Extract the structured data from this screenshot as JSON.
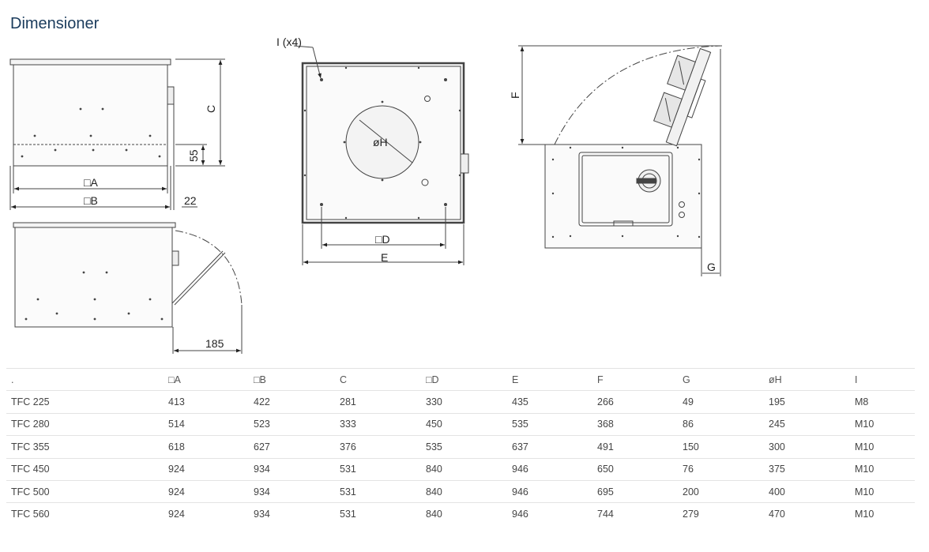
{
  "page": {
    "title": "Dimensioner"
  },
  "drawing": {
    "labels": {
      "A": "□A",
      "B": "□B",
      "C": "C",
      "dim55": "55",
      "dim22": "22",
      "dim185": "185",
      "I": "I (x4)",
      "H": "øH",
      "D": "□D",
      "E": "E",
      "F": "F",
      "G": "G"
    }
  },
  "table": {
    "headers": [
      ".",
      "□A",
      "□B",
      "C",
      "□D",
      "E",
      "F",
      "G",
      "øH",
      "I"
    ],
    "rows": [
      [
        "TFC 225",
        "413",
        "422",
        "281",
        "330",
        "435",
        "266",
        "49",
        "195",
        "M8"
      ],
      [
        "TFC 280",
        "514",
        "523",
        "333",
        "450",
        "535",
        "368",
        "86",
        "245",
        "M10"
      ],
      [
        "TFC 355",
        "618",
        "627",
        "376",
        "535",
        "637",
        "491",
        "150",
        "300",
        "M10"
      ],
      [
        "TFC 450",
        "924",
        "934",
        "531",
        "840",
        "946",
        "650",
        "76",
        "375",
        "M10"
      ],
      [
        "TFC 500",
        "924",
        "934",
        "531",
        "840",
        "946",
        "695",
        "200",
        "400",
        "M10"
      ],
      [
        "TFC 560",
        "924",
        "934",
        "531",
        "840",
        "946",
        "744",
        "279",
        "470",
        "M10"
      ]
    ]
  }
}
